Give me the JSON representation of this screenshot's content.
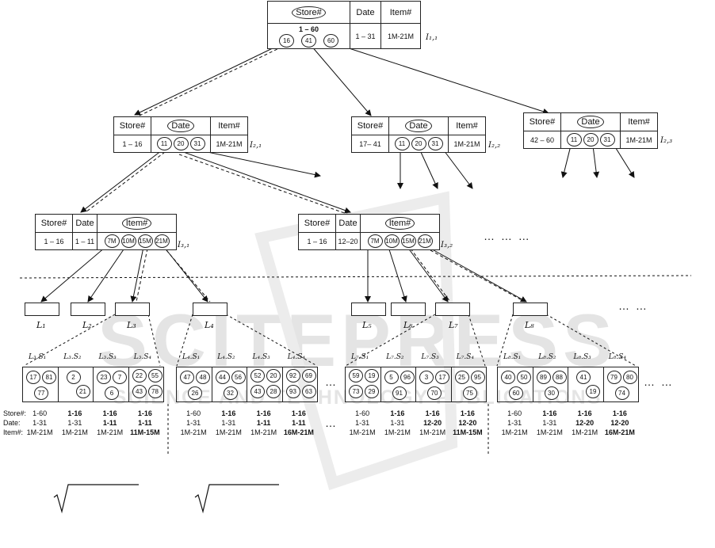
{
  "headers": {
    "store": "Store#",
    "date": "Date",
    "item": "Item#"
  },
  "root": {
    "store": "1 – 60",
    "date": "1 – 31",
    "item": "1M-21M",
    "ptrs": [
      "16",
      "41",
      "60"
    ],
    "label": "I₁,₁"
  },
  "level2": [
    {
      "store": "1 – 16",
      "item": "1M-21M",
      "ptrs": [
        "11",
        "20",
        "31"
      ],
      "label": "I₂,₁"
    },
    {
      "store": "17– 41",
      "item": "1M-21M",
      "ptrs": [
        "11",
        "20",
        "31"
      ],
      "label": "I₂,₂"
    },
    {
      "store": "42 – 60",
      "item": "1M-21M",
      "ptrs": [
        "11",
        "20",
        "31"
      ],
      "label": "I₂,₃"
    }
  ],
  "level3": [
    {
      "store": "1 – 16",
      "date": "1 – 11",
      "ptrs": [
        "7M",
        "10M",
        "15M",
        "21M"
      ],
      "label": "I₃,₁"
    },
    {
      "store": "1 – 16",
      "date": "12–20",
      "ptrs": [
        "7M",
        "10M",
        "15M",
        "21M"
      ],
      "label": "I₃,₂"
    }
  ],
  "leaves": [
    "L₁",
    "L₂",
    "L₃",
    "L₄",
    "L₅",
    "L₆",
    "L₇",
    "L₈"
  ],
  "ellipsis": "… … …",
  "ellipsis2": "… …",
  "ellipsis3": "…",
  "row_labels": {
    "store": "Store#:",
    "date": "Date:",
    "item": "Item#:"
  },
  "groups": [
    {
      "heads": [
        "L₃.S₁",
        "L₃.S₂",
        "L₃.S₃",
        "L₃.S₄"
      ],
      "nums": [
        [
          "17",
          "81",
          "77"
        ],
        [
          "2",
          "21"
        ],
        [
          "23",
          "7",
          "6"
        ],
        [
          "22",
          "55",
          "43",
          "78"
        ]
      ],
      "ranges": [
        [
          "1-60",
          "1-31",
          "1M-21M"
        ],
        [
          "1-16",
          "1-31",
          "1M-21M"
        ],
        [
          "1-16",
          "1-11",
          "1M-21M"
        ],
        [
          "1-16",
          "1-11",
          "11M-15M"
        ]
      ]
    },
    {
      "heads": [
        "L₄.S₁",
        "L₄.S₂",
        "L₄.S₃",
        "L₄.S₄"
      ],
      "nums": [
        [
          "47",
          "48",
          "26"
        ],
        [
          "44",
          "56",
          "32"
        ],
        [
          "52",
          "20",
          "43",
          "28"
        ],
        [
          "92",
          "69",
          "93",
          "63"
        ]
      ],
      "ranges": [
        [
          "1-60",
          "1-31",
          "1M-21M"
        ],
        [
          "1-16",
          "1-31",
          "1M-21M"
        ],
        [
          "1-16",
          "1-11",
          "1M-21M"
        ],
        [
          "1-16",
          "1-11",
          "16M-21M"
        ]
      ]
    },
    {
      "heads": [
        "L₇.S₁",
        "L₇.S₂",
        "L₇.S₃",
        "L₇.S₄"
      ],
      "nums": [
        [
          "59",
          "19",
          "73",
          "29"
        ],
        [
          "5",
          "96",
          "91"
        ],
        [
          "3",
          "17",
          "70"
        ],
        [
          "25",
          "95",
          "75"
        ]
      ],
      "ranges": [
        [
          "1-60",
          "1-31",
          "1M-21M"
        ],
        [
          "1-16",
          "1-31",
          "1M-21M"
        ],
        [
          "1-16",
          "12-20",
          "1M-21M"
        ],
        [
          "1-16",
          "12-20",
          "11M-15M"
        ]
      ]
    },
    {
      "heads": [
        "L₈.S₁",
        "L₈.S₂",
        "L₈.S₃",
        "L₈.S₄"
      ],
      "nums": [
        [
          "40",
          "50",
          "60"
        ],
        [
          "89",
          "88",
          "30"
        ],
        [
          "41",
          "19"
        ],
        [
          "79",
          "80",
          "74"
        ]
      ],
      "ranges": [
        [
          "1-60",
          "1-31",
          "1M-21M"
        ],
        [
          "1-16",
          "1-31",
          "1M-21M"
        ],
        [
          "1-16",
          "12-20",
          "1M-21M"
        ],
        [
          "1-16",
          "12-20",
          "16M-21M"
        ]
      ]
    }
  ],
  "watermark": {
    "line1": "SCITEPRESS",
    "line2": "SCIENCE AND TECHNOLOGY PUBLICATIONS"
  }
}
